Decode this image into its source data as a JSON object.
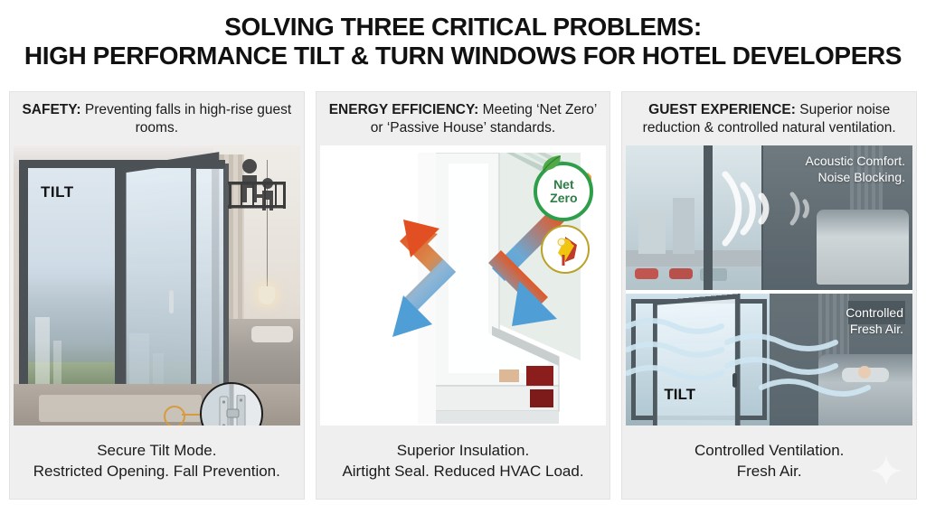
{
  "title": {
    "line1": "SOLVING THREE CRITICAL PROBLEMS:",
    "line2": "HIGH PERFORMANCE TILT & TURN WINDOWS FOR HOTEL DEVELOPERS"
  },
  "panels": [
    {
      "id": "safety",
      "head_label": "SAFETY:",
      "head_text": " Preventing falls in high-rise guest rooms.",
      "overlay_tilt": "TILT",
      "icons": [
        "adult-and-child-railing-icon",
        "hinge-detail-callout-icon"
      ],
      "footer_line1": "Secure Tilt Mode.",
      "footer_line2": "Restricted Opening. Fall Prevention."
    },
    {
      "id": "energy-efficiency",
      "head_label": "ENERGY EFFICIENCY:",
      "head_text": " Meeting ‘Net Zero’ or ‘Passive House’ standards.",
      "badge_net_zero_line1": "Net",
      "badge_net_zero_line2": "Zero",
      "icons": [
        "net-zero-badge-icon",
        "passive-house-badge-icon",
        "heat-flow-arrows-icon"
      ],
      "footer_line1": "Superior Insulation.",
      "footer_line2": "Airtight Seal. Reduced HVAC Load."
    },
    {
      "id": "guest-experience",
      "head_label": "GUEST EXPERIENCE:",
      "head_text": " Superior noise reduction & controlled natural ventilation.",
      "overlay_top_line1": "Acoustic Comfort.",
      "overlay_top_line2": "Noise Blocking.",
      "overlay_bottom_line1": "Controlled",
      "overlay_bottom_line2": "Fresh Air.",
      "overlay_tilt": "TILT",
      "icons": [
        "sound-wave-icon",
        "airflow-wave-icon",
        "sparkle-watermark-icon"
      ],
      "footer_line1": "Controlled Ventilation.",
      "footer_line2": "Fresh Air."
    }
  ],
  "colors": {
    "title_text": "#111111",
    "panel_background": "#efefef",
    "panel_border": "#e2e2e2",
    "net_zero_green": "#2e9e4b",
    "passive_house_gold": "#b9a227",
    "callout_orange": "#d79a3c",
    "warm_arrow": "#e8622a",
    "cool_arrow": "#5aa7d8"
  }
}
